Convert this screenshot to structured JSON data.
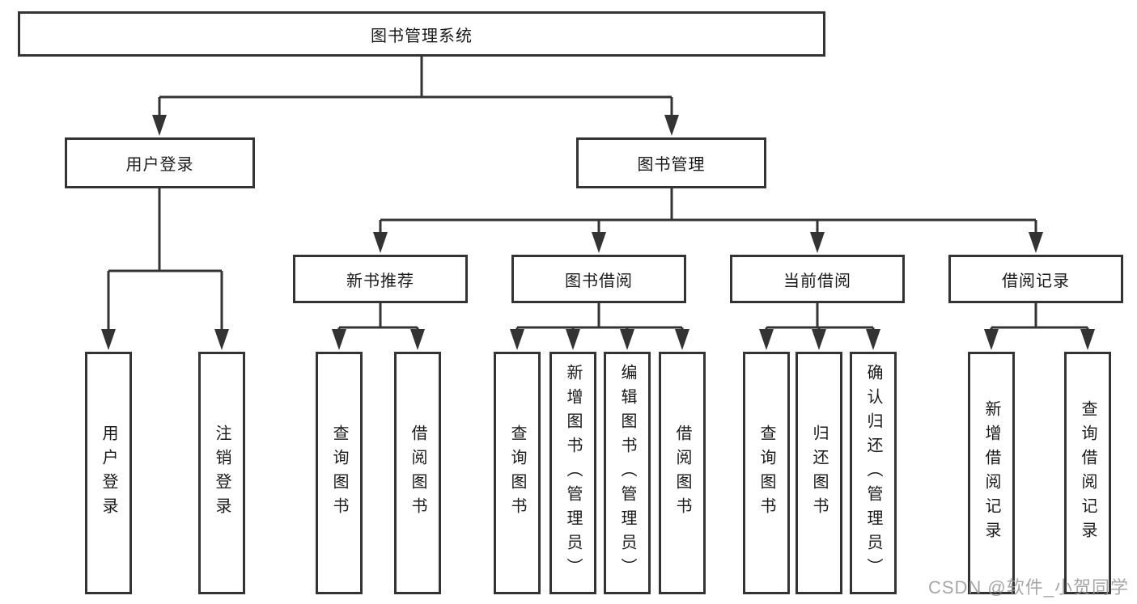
{
  "watermark": "CSDN @软件_小贺同学",
  "colors": {
    "line": "#333333",
    "text": "#1a1a1a",
    "watermark": "#969696",
    "background": "#ffffff"
  },
  "diagram": {
    "title": "图书管理系统",
    "branches": [
      {
        "label": "用户登录",
        "leaves": [
          {
            "label": "用户登录"
          },
          {
            "label": "注销登录"
          }
        ]
      },
      {
        "label": "图书管理",
        "groups": [
          {
            "label": "新书推荐",
            "leaves": [
              {
                "label": "查询图书"
              },
              {
                "label": "借阅图书"
              }
            ]
          },
          {
            "label": "图书借阅",
            "leaves": [
              {
                "label": "查询图书"
              },
              {
                "label": "新增图书（管理员）"
              },
              {
                "label": "编辑图书（管理员）"
              },
              {
                "label": "借阅图书"
              }
            ]
          },
          {
            "label": "当前借阅",
            "leaves": [
              {
                "label": "查询图书"
              },
              {
                "label": "归还图书"
              },
              {
                "label": "确认归还（管理员）"
              }
            ]
          },
          {
            "label": "借阅记录",
            "leaves": [
              {
                "label": "新增借阅记录"
              },
              {
                "label": "查询借阅记录"
              }
            ]
          }
        ]
      }
    ]
  }
}
